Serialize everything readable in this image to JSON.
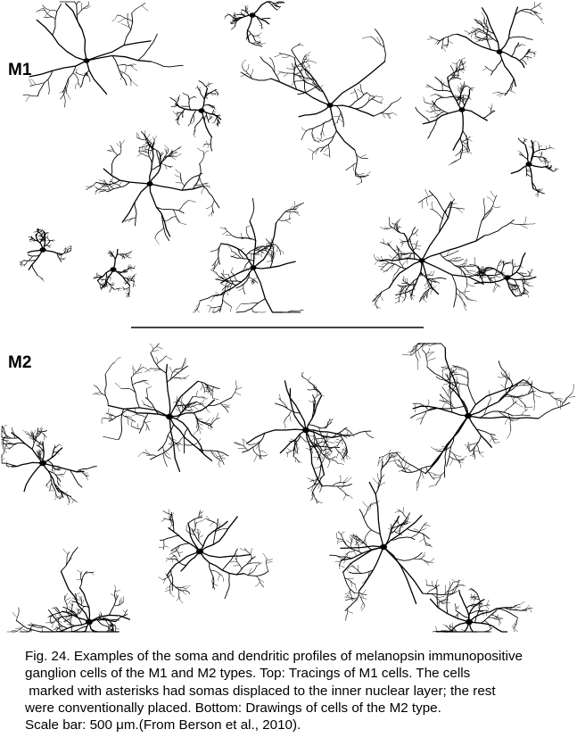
{
  "panels": [
    {
      "label": "M1"
    },
    {
      "label": "M2"
    }
  ],
  "scale_bar": {
    "length": "500 µm"
  },
  "caption": {
    "lines": [
      "Fig. 24. Examples of the soma and dendritic profiles of melanopsin immunopositive",
      "ganglion cells of the M1 and M2 types. Top: Tracings of M1 cells. The cells",
      " marked with asterisks had somas displaced to the inner nuclear layer; the rest",
      "were conventionally placed. Bottom: Drawings of cells of the M2 type.",
      "Scale bar: 500 μm.(From Berson et al., 2010)."
    ]
  },
  "colors": {
    "ink": "#000000",
    "scale_bar": "#444444",
    "background": "#ffffff"
  }
}
